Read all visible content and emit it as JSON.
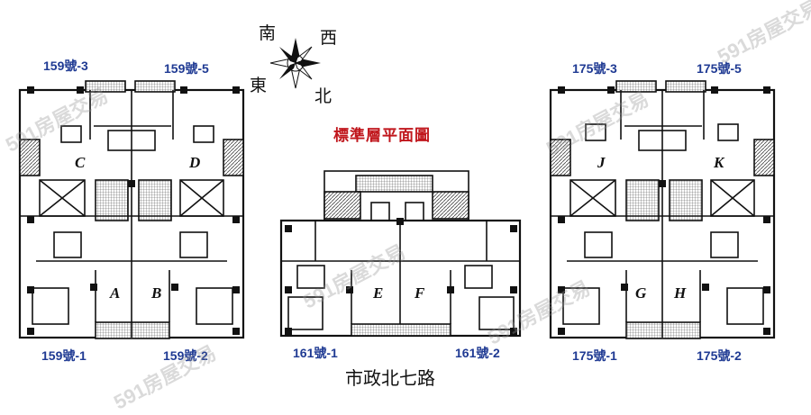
{
  "title": "標準層平面圖",
  "road": "市政北七路",
  "compass": {
    "south": "南",
    "west": "西",
    "east": "東",
    "north": "北"
  },
  "watermark": "591房屋交易",
  "buildings": {
    "left": {
      "top_labels": [
        "159號-3",
        "159號-5"
      ],
      "bottom_labels": [
        "159號-1",
        "159號-2"
      ],
      "units": [
        "C",
        "D",
        "A",
        "B"
      ]
    },
    "middle": {
      "bottom_labels": [
        "161號-1",
        "161號-2"
      ],
      "units": [
        "E",
        "F"
      ]
    },
    "right": {
      "top_labels": [
        "175號-3",
        "175號-5"
      ],
      "bottom_labels": [
        "175號-1",
        "175號-2"
      ],
      "units": [
        "J",
        "K",
        "G",
        "H"
      ]
    }
  },
  "colors": {
    "title": "#c0161c",
    "labels": "#1f3a93",
    "walls": "#111111"
  }
}
